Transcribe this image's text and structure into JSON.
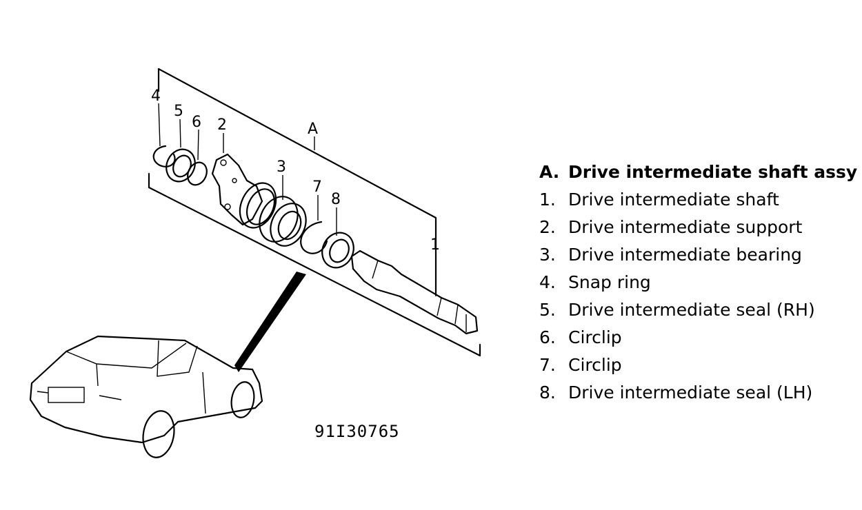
{
  "callouts": {
    "assembly": "A",
    "p1": "1",
    "p2": "2",
    "p3": "3",
    "p4": "4",
    "p5": "5",
    "p6": "6",
    "p7": "7",
    "p8": "8"
  },
  "figure_code": "91I30765",
  "legend": [
    {
      "key": "A.",
      "text": "Drive intermediate shaft assy"
    },
    {
      "key": "1.",
      "text": "Drive intermediate shaft"
    },
    {
      "key": "2.",
      "text": "Drive intermediate support"
    },
    {
      "key": "3.",
      "text": "Drive intermediate bearing"
    },
    {
      "key": "4.",
      "text": "Snap ring"
    },
    {
      "key": "5.",
      "text": "Drive intermediate seal (RH)"
    },
    {
      "key": "6.",
      "text": "Circlip"
    },
    {
      "key": "7.",
      "text": "Circlip"
    },
    {
      "key": "8.",
      "text": "Drive intermediate seal (LH)"
    }
  ]
}
